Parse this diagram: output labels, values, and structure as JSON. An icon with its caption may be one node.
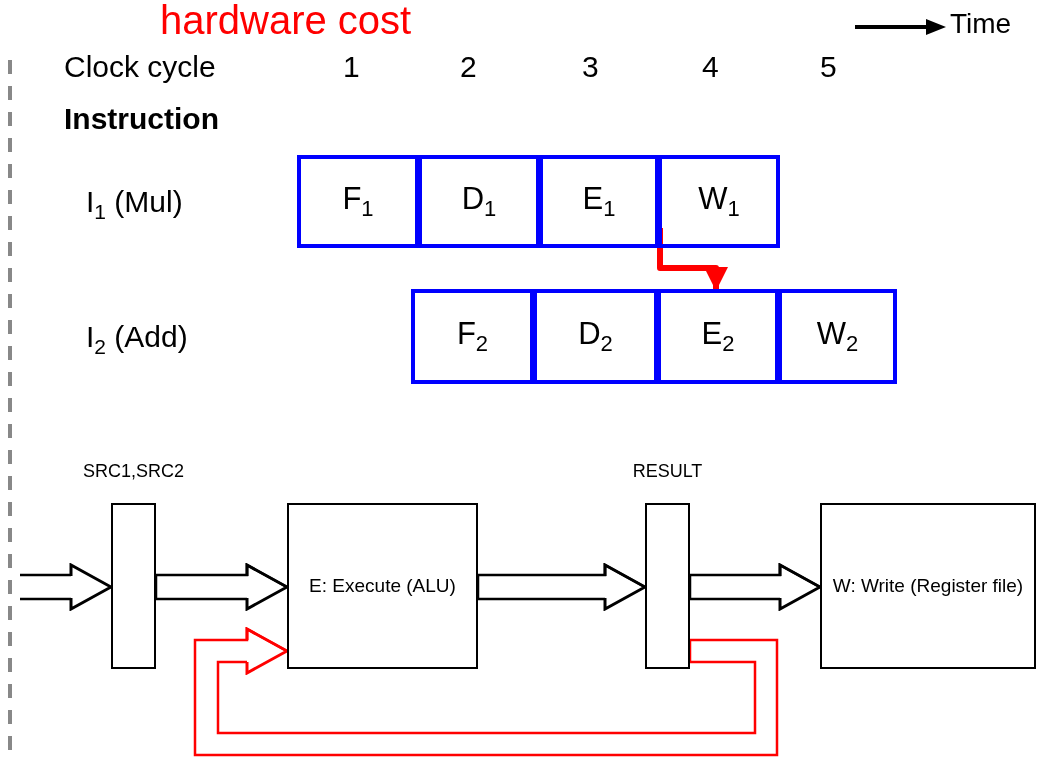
{
  "diagram": {
    "nodes": [
      {
        "text": [
          "F$_{1}$"
        ]
      },
      {
        "text": [
          "D$_{1}$"
        ]
      },
      {
        "text": [
          "E$_{1}$"
        ]
      },
      {
        "text": [
          "W$_{1}$"
        ]
      },
      {
        "text": [
          "F$_{2}$"
        ]
      },
      {
        "text": [
          "D$_{2}$"
        ]
      },
      {
        "text": [
          "E$_{2}$"
        ]
      },
      {
        "text": [
          "W$_{2}$"
        ]
      },
      {
        "text": [],
        "shape": "bar",
        "beside": [
          "SRC1,SRC2"
        ]
      },
      {
        "text": [
          "E: Execute (ALU)"
        ]
      },
      {
        "text": [],
        "shape": "bar",
        "beside": [
          "RESULT"
        ]
      },
      {
        "text": [
          "W: Write (Register file)"
        ]
      }
    ],
    "edges": [
      {
        "from": 3,
        "to": 6,
        "arrow": "to",
        "style": "thick",
        "color": "#ff0000"
      },
      {
        "from": null,
        "to": 8,
        "arrow": "to"
      },
      {
        "from": 8,
        "to": 9,
        "arrow": "to"
      },
      {
        "from": 9,
        "to": 10,
        "arrow": "to"
      },
      {
        "from": 10,
        "to": 11,
        "arrow": "to"
      },
      {
        "from": 10,
        "to": 9,
        "arrow": "to",
        "color": "#ff0000"
      }
    ],
    "labels": [
      "hardware cost",
      "Time",
      "Clock cycle",
      "1",
      "2",
      "3",
      "4",
      "5",
      "Instruction",
      "I$_{1}$ (Mul)",
      "I$_{2}$ (Add)"
    ]
  }
}
